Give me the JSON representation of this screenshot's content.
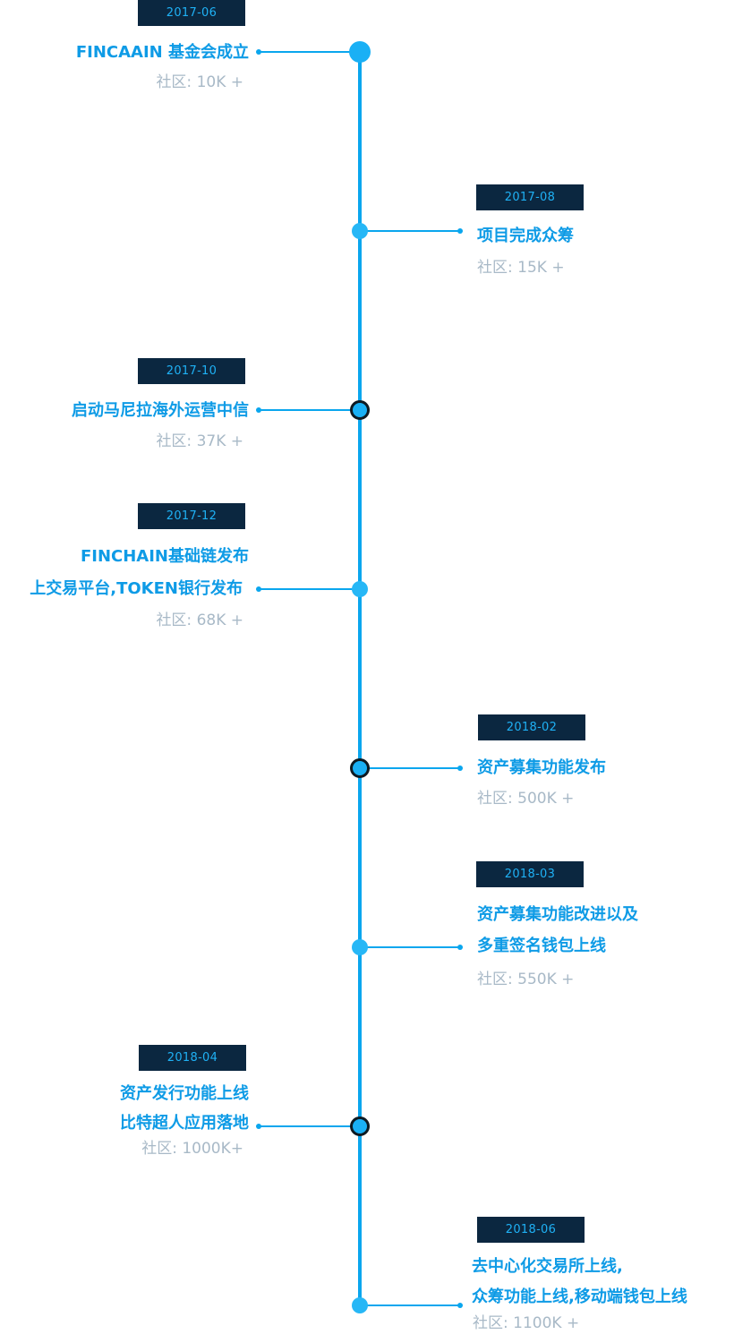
{
  "events": [
    {
      "date": "2017-06",
      "lines": [
        "FINCAAIN 基金会成立"
      ],
      "community": "社区: 10K +"
    },
    {
      "date": "2017-08",
      "lines": [
        "项目完成众筹"
      ],
      "community": "社区: 15K +"
    },
    {
      "date": "2017-10",
      "lines": [
        "启动马尼拉海外运营中信"
      ],
      "community": "社区: 37K +"
    },
    {
      "date": "2017-12",
      "lines": [
        "FINCHAIN基础链发布",
        "上交易平台,TOKEN银行发布"
      ],
      "community": "社区: 68K +"
    },
    {
      "date": "2018-02",
      "lines": [
        "资产募集功能发布"
      ],
      "community": "社区: 500K +"
    },
    {
      "date": "2018-03",
      "lines": [
        "资产募集功能改进以及",
        "多重签名钱包上线"
      ],
      "community": "社区: 550K +"
    },
    {
      "date": "2018-04",
      "lines": [
        "资产发行功能上线",
        "比特超人应用落地"
      ],
      "community": "社区: 1000K+"
    },
    {
      "date": "2018-06",
      "lines": [
        "去中心化交易所上线,",
        "众筹功能上线,移动端钱包上线"
      ],
      "community": "社区: 1100K +"
    }
  ],
  "colors": {
    "accent": "#0aa6ee",
    "date_bg": "#0b2740",
    "muted": "#a8b9c7"
  }
}
